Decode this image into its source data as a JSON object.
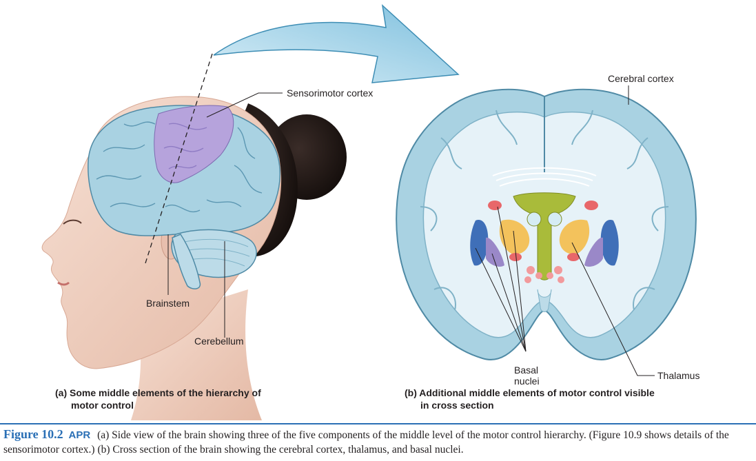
{
  "labels": {
    "sensorimotor_cortex": "Sensorimotor cortex",
    "brainstem": "Brainstem",
    "cerebellum": "Cerebellum",
    "cerebral_cortex": "Cerebral cortex",
    "basal_nuclei_line1": "Basal",
    "basal_nuclei_line2": "nuclei",
    "thalamus": "Thalamus"
  },
  "subcaptions": {
    "a_line1": "(a) Some middle elements of the hierarchy of",
    "a_line2": "motor control",
    "b_line1": "(b) Additional middle elements of motor control visible",
    "b_line2": "in cross section"
  },
  "caption": {
    "figure_label": "Figure 10.2",
    "badge": "APR",
    "text": "(a) Side view of the brain showing three of the five components of the middle level of the motor control hierarchy. (Figure 10.9 shows details of the sensorimotor cortex.) (b) Cross section of the brain showing the cerebral cortex, thalamus, and basal nuclei."
  },
  "colors": {
    "skin": "#f1d3c4",
    "brain_blue": "#a9d2e2",
    "sensorimotor": "#b6a3dc",
    "white_matter": "#e6f2f8",
    "basal_orange": "#f3c25c",
    "thalamus_green": "#a9bb3a",
    "nucleus_blue": "#3f6fb8",
    "nucleus_purple": "#9a88c8",
    "nucleus_red": "#e8676a",
    "accent": "#2a6fb5"
  }
}
